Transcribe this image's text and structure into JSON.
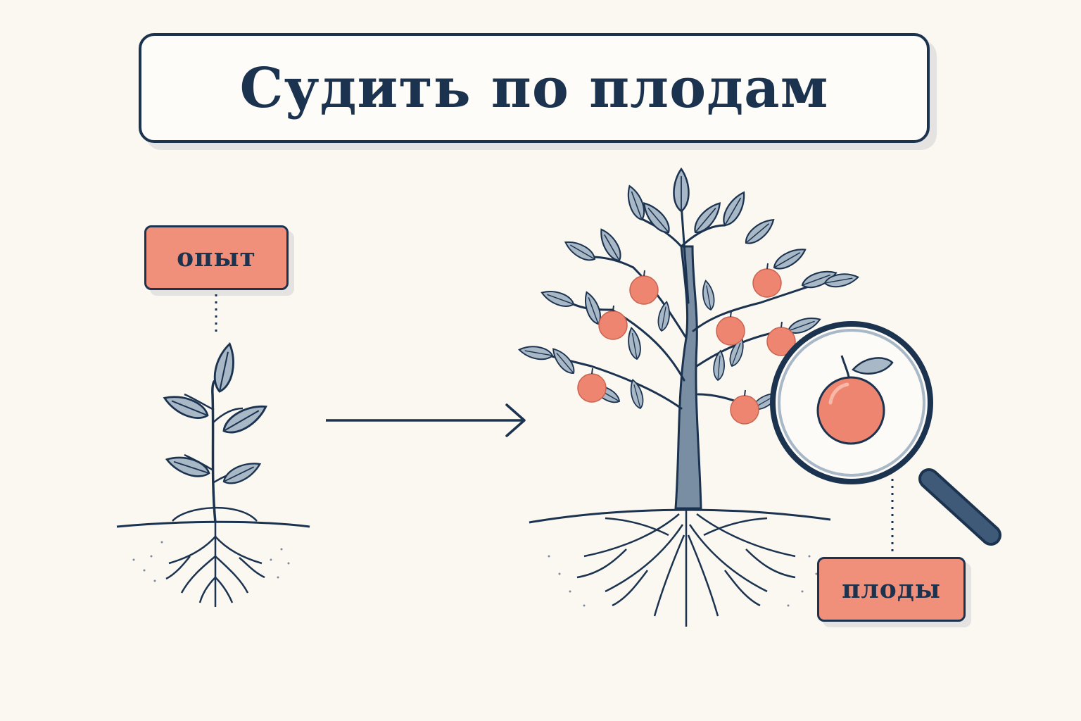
{
  "title": "Судить по плодам",
  "labels": {
    "experience": "опыт",
    "fruits": "плоды"
  },
  "colors": {
    "ink": "#1c3350",
    "leaf": "#a9b8c7",
    "fruit": "#ee8570",
    "background": "#fbf8f2"
  },
  "icons": [
    "sapling-icon",
    "arrow-right-icon",
    "fruit-tree-icon",
    "magnifier-icon",
    "apple-icon"
  ]
}
